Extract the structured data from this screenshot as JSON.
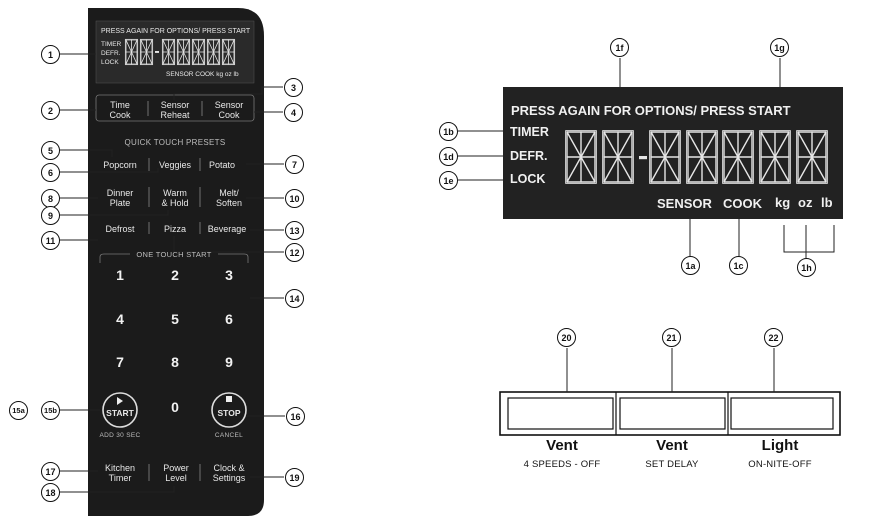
{
  "panel": {
    "display": {
      "top_text": "PRESS AGAIN FOR OPTIONS/  PRESS START",
      "indicators": [
        "TIMER",
        "DEFR.",
        "LOCK"
      ],
      "bottom_text": "SENSOR COOK  kg  oz  lb"
    },
    "top_buttons": [
      {
        "line1": "Time",
        "line2": "Cook"
      },
      {
        "line1": "Sensor",
        "line2": "Reheat"
      },
      {
        "line1": "Sensor",
        "line2": "Cook"
      }
    ],
    "presets_heading": "QUICK TOUCH PRESETS",
    "preset_row1": [
      "Popcorn",
      "Veggies",
      "Potato"
    ],
    "preset_row2": [
      {
        "line1": "Dinner",
        "line2": "Plate"
      },
      {
        "line1": "Warm",
        "line2": "& Hold"
      },
      {
        "line1": "Melt/",
        "line2": "Soften"
      }
    ],
    "preset_row3": [
      "Defrost",
      "Pizza",
      "Beverage"
    ],
    "one_touch_heading": "ONE TOUCH START",
    "keypad": [
      "1",
      "2",
      "3",
      "4",
      "5",
      "6",
      "7",
      "8",
      "9",
      "0"
    ],
    "start": {
      "label": "START",
      "sub": "ADD 30 SEC"
    },
    "stop": {
      "label": "STOP",
      "sub": "CANCEL"
    },
    "bottom_buttons": [
      {
        "line1": "Kitchen",
        "line2": "Timer"
      },
      {
        "line1": "Power",
        "line2": "Level"
      },
      {
        "line1": "Clock &",
        "line2": "Settings"
      }
    ]
  },
  "callouts_left": [
    "1",
    "2",
    "3",
    "4",
    "5",
    "6",
    "7",
    "8",
    "9",
    "10",
    "11",
    "12",
    "13",
    "14",
    "15a",
    "15b",
    "16",
    "17",
    "18",
    "19"
  ],
  "big_display": {
    "top_text": "PRESS AGAIN FOR OPTIONS/  PRESS START",
    "indicators": [
      "TIMER",
      "DEFR.",
      "LOCK"
    ],
    "bottom_words": [
      "SENSOR",
      "COOK",
      "kg",
      "oz",
      "lb"
    ],
    "callouts": [
      "1f",
      "1g",
      "1b",
      "1d",
      "1e",
      "1a",
      "1c",
      "1h"
    ]
  },
  "vent_controls": {
    "callouts": [
      "20",
      "21",
      "22"
    ],
    "buttons": [
      {
        "label": "Vent",
        "sub": "4 SPEEDS - OFF"
      },
      {
        "label": "Vent",
        "sub": "SET DELAY"
      },
      {
        "label": "Light",
        "sub": "ON-NITE-OFF"
      }
    ]
  },
  "colors": {
    "panel": "#1b1b1b",
    "lcd": "#222222",
    "segment": "#e6e6e6"
  }
}
